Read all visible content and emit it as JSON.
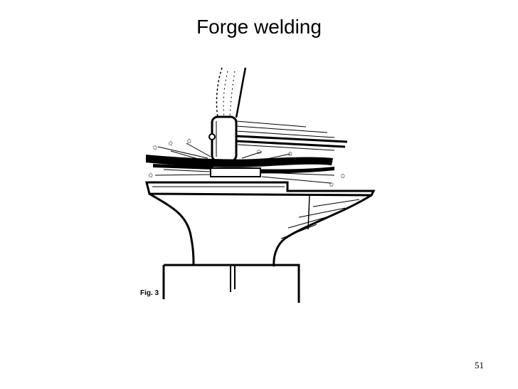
{
  "slide": {
    "title": "Forge welding",
    "figure_label": "Fig. 3",
    "page_number": "51"
  },
  "colors": {
    "ink": "#000000",
    "background": "#ffffff"
  },
  "illustration": {
    "subject": "hammer striking two overlapping metal bars on an anvil",
    "icons": [
      "hammer-icon",
      "anvil-icon",
      "spark-icon"
    ]
  }
}
